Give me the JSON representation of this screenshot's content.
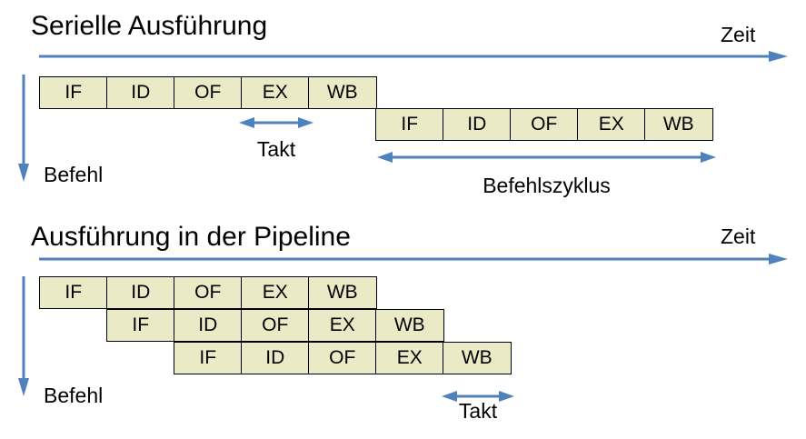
{
  "colors": {
    "accent_blue": "#4F81BD",
    "stage_fill": "#EAEAC6",
    "stage_border": "#000000"
  },
  "serial": {
    "title": "Serielle Ausführung",
    "zeit_label": "Zeit",
    "befehl_label": "Befehl",
    "takt_label": "Takt",
    "befehlszyklus_label": "Befehlszyklus",
    "rows": [
      [
        "IF",
        "ID",
        "OF",
        "EX",
        "WB"
      ],
      [
        "IF",
        "ID",
        "OF",
        "EX",
        "WB"
      ]
    ]
  },
  "pipeline": {
    "title": "Ausführung in der Pipeline",
    "zeit_label": "Zeit",
    "befehl_label": "Befehl",
    "takt_label": "Takt",
    "rows": [
      [
        "IF",
        "ID",
        "OF",
        "EX",
        "WB"
      ],
      [
        "IF",
        "ID",
        "OF",
        "EX",
        "WB"
      ],
      [
        "IF",
        "ID",
        "OF",
        "EX",
        "WB"
      ]
    ]
  }
}
